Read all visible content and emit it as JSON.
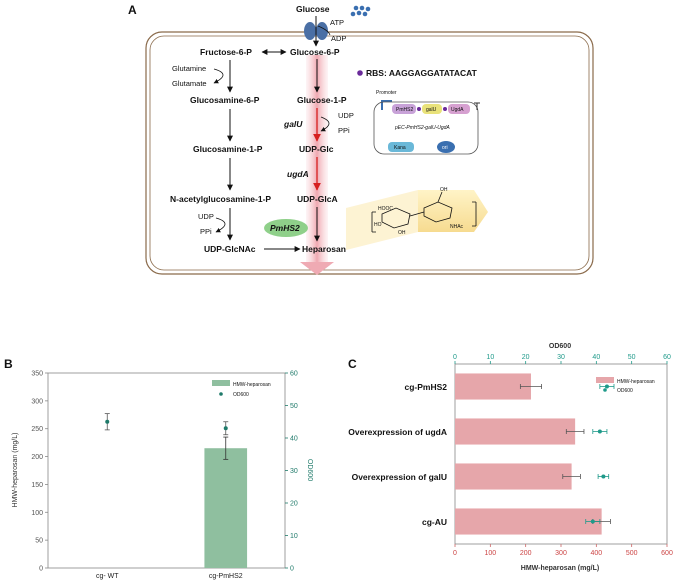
{
  "panel_a": {
    "label": "A",
    "glucose": "Glucose",
    "atp": "ATP",
    "adp": "ADP",
    "fructose6p": "Fructose-6-P",
    "glucose6p": "Glucose-6-P",
    "glutamine": "Glutamine",
    "glutamate": "Glutamate",
    "glucosamine6p": "Glucosamine-6-P",
    "glucosamine1p": "Glucosamine-1-P",
    "nacetyl": "N-acetylglucosamine-1-P",
    "udp_left": "UDP",
    "ppi_left": "PPi",
    "udpglcnac": "UDP-GlcNAc",
    "glucose1p": "Glucose-1-P",
    "galU": "galU",
    "udp_mid": "UDP",
    "ppi_mid": "PPi",
    "udpglc": "UDP-Glc",
    "ugdA": "ugdA",
    "udpglca": "UDP-GlcA",
    "pmhs2": "PmHS2",
    "heparosan": "Heparosan",
    "rbs": "RBS: AAGGAGGATATACAT",
    "plasmid": {
      "promoter": "Promoter",
      "genes": [
        "PmHS2",
        "galU",
        "UgdA"
      ],
      "name": "pEC-PmHS2-galU-UgdA",
      "kana": "Kana",
      "ori": "ori"
    },
    "structure": {
      "cooh": "HOOC",
      "oh1": "OH",
      "oh2": "OH",
      "ho": "HO",
      "nhac": "NHAc"
    }
  },
  "panel_b": {
    "label": "B",
    "chart_data": {
      "type": "bar",
      "categories": [
        "cg- WT",
        "cg-PmHS2"
      ],
      "series": [
        {
          "name": "HMW-heparosan",
          "values": [
            0,
            215
          ],
          "errors": [
            0,
            20
          ],
          "axis": "left",
          "color": "#8fbf9f"
        },
        {
          "name": "OD600",
          "values": [
            45,
            43
          ],
          "errors": [
            2.5,
            2
          ],
          "axis": "right",
          "color": "#1f7a6a"
        }
      ],
      "ylabel": "HMW-heparosan (mg/L)",
      "y2label": "OD600",
      "ylim": [
        0,
        350
      ],
      "y2lim": [
        0,
        60
      ],
      "yticks": [
        0,
        50,
        100,
        150,
        200,
        250,
        300,
        350
      ],
      "y2ticks": [
        0,
        10,
        20,
        30,
        40,
        50,
        60
      ],
      "legend": "top-right"
    }
  },
  "panel_c": {
    "label": "C",
    "chart_data": {
      "type": "bar",
      "orientation": "horizontal",
      "categories": [
        "cg-PmHS2",
        "Overexpression of ugdA",
        "Overexpression of galU",
        "cg-AU"
      ],
      "series": [
        {
          "name": "HMW-heparosan",
          "values": [
            215,
            340,
            330,
            415
          ],
          "errors": [
            30,
            25,
            25,
            25
          ],
          "axis": "bottom",
          "color": "#e6a6aa"
        },
        {
          "name": "OD600",
          "values": [
            43,
            41,
            42,
            39
          ],
          "errors": [
            2,
            2,
            1.5,
            2
          ],
          "axis": "top",
          "color": "#1f9a8a"
        }
      ],
      "xlabel": "HMW-heparosan (mg/L)",
      "x2label": "OD600",
      "xlim": [
        0,
        600
      ],
      "x2lim": [
        0,
        60
      ],
      "xticks": [
        0,
        100,
        200,
        300,
        400,
        500,
        600
      ],
      "x2ticks": [
        0,
        10,
        20,
        30,
        40,
        50,
        60
      ],
      "legend": "top-right"
    }
  },
  "colors": {
    "teal": "#1f9a8a",
    "pink": "#e6a6aa",
    "green_bar": "#8fbf9f",
    "red": "#d62020",
    "purple": "#6a2a9a",
    "blue": "#3a6fb0"
  }
}
